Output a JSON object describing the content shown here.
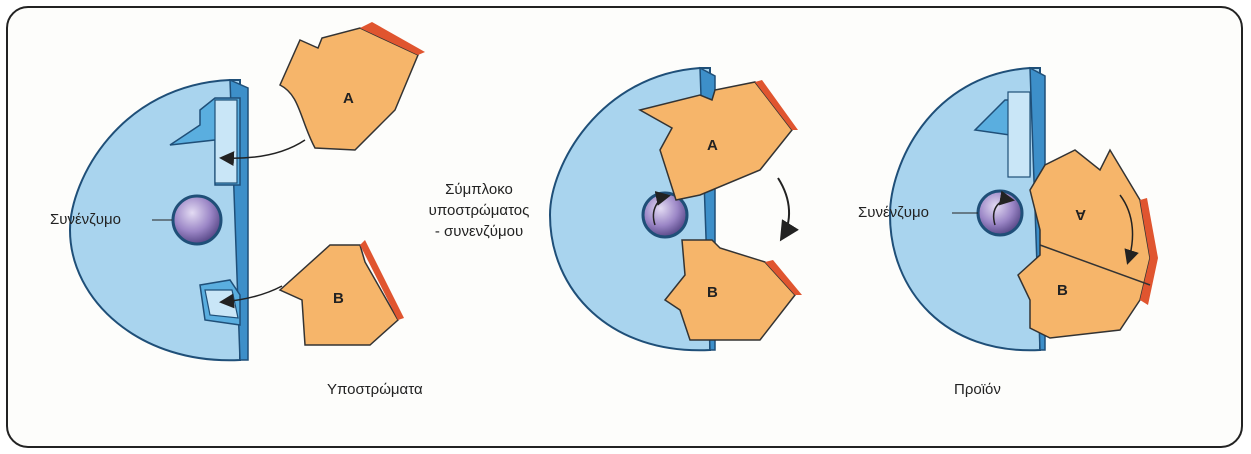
{
  "labels": {
    "enzyme_left": "Συνένζυμο",
    "enzyme_right": "Συνένζυμο",
    "complex_line1": "Σύμπλοκο",
    "complex_line2": "υποστρώματος",
    "complex_line3": "- συνενζύμου",
    "substrates": "Υποστρώματα",
    "product": "Προϊόν",
    "sub_a": "A",
    "sub_b": "B"
  },
  "colors": {
    "enzyme_body": "#a9d4ee",
    "enzyme_edge": "#3d8fc9",
    "substrate": "#f6b56a",
    "substrate_edge": "#e0552f",
    "coenzyme": "#9b86c6"
  }
}
